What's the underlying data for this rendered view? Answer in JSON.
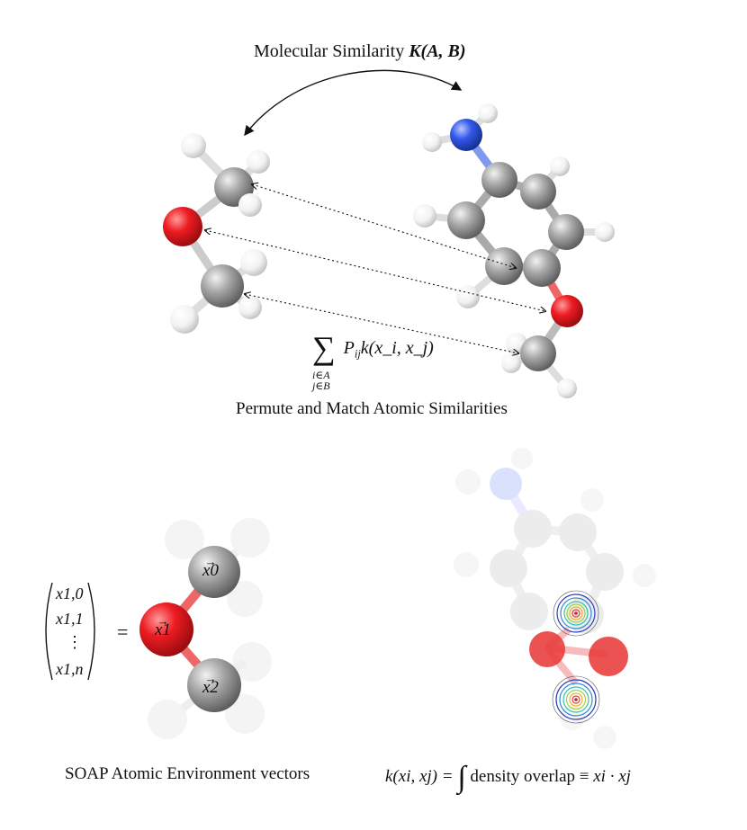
{
  "top_title": {
    "text": "Molecular Similarity",
    "math": "K(A, B)"
  },
  "sum_formula": {
    "sum_symbol": "∑",
    "term": "P",
    "term_sub": "ij",
    "kernel": "k(x_i, x_j)",
    "lower_index_1": "i∈A",
    "lower_index_2": "j∈B"
  },
  "permute_caption": "Permute and Match Atomic Similarities",
  "vector": {
    "entries": [
      "x1,0",
      "x1,1",
      "⋮",
      "x1,n"
    ],
    "equals": "="
  },
  "atom_labels": [
    "x0",
    "x1",
    "x2"
  ],
  "soap_caption": "SOAP Atomic Environment vectors",
  "kernel_caption": {
    "lhs": "k(xi, xj) =",
    "integral": "∫",
    "text": "density overlap",
    "equiv": "≡",
    "rhs": "xi · xj"
  },
  "colors": {
    "carbon": "#8e8e8e",
    "oxygen": "#e8141c",
    "nitrogen": "#2f56e8",
    "hydrogen": "#f2f2f2"
  }
}
